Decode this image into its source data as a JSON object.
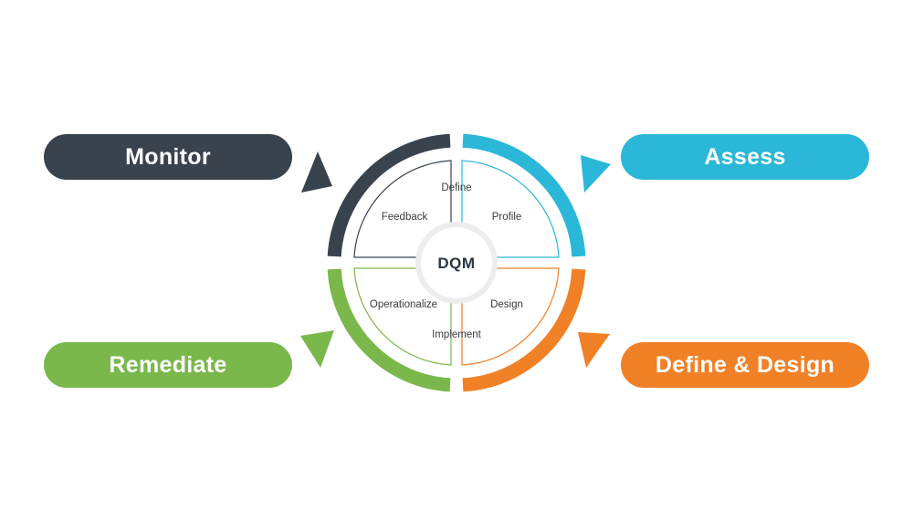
{
  "pills": {
    "monitor": {
      "label": "Monitor",
      "color": "#39434E"
    },
    "assess": {
      "label": "Assess",
      "color": "#2BB7D8"
    },
    "remediate": {
      "label": "Remediate",
      "color": "#7BB84B"
    },
    "define_design": {
      "label": "Define & Design",
      "color": "#F08126"
    }
  },
  "wheel": {
    "center_label": "DQM",
    "segments": {
      "define": "Define",
      "feedback": "Feedback",
      "profile": "Profile",
      "operationalize": "Operationalize",
      "design": "Design",
      "implement": "Implement"
    },
    "quadrant_colors": {
      "top_left_monitor": "#39434E",
      "top_right_assess": "#2BB7D8",
      "bottom_left_remediate": "#7BB84B",
      "bottom_right_define_design": "#F08126"
    }
  },
  "background_color": "#FFFFFF"
}
